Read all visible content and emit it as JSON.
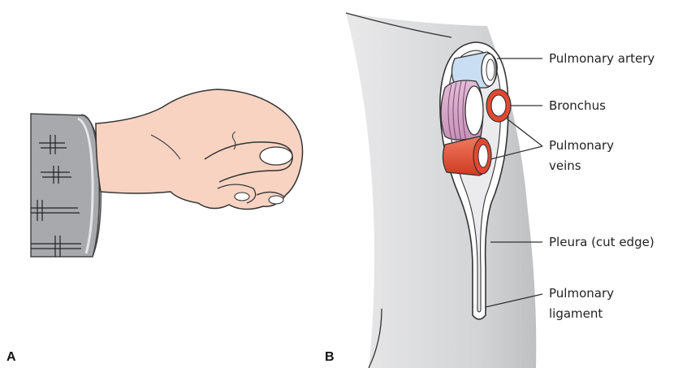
{
  "panels": {
    "a": "A",
    "b": "B"
  },
  "labels": {
    "pulmonary_artery": "Pulmonary artery",
    "bronchus": "Bronchus",
    "pulmonary_veins_1": "Pulmonary",
    "pulmonary_veins_2": "veins",
    "pleura": "Pleura (cut edge)",
    "pulmonary_ligament_1": "Pulmonary",
    "pulmonary_ligament_2": "ligament"
  },
  "colors": {
    "skin": "#f8d3c2",
    "sleeve": "#a7a9ac",
    "artery": "#c9def2",
    "bronchus": "#d6a5c7",
    "vein": "#e3482f",
    "pleura_shadow": "#c8c9cb"
  }
}
